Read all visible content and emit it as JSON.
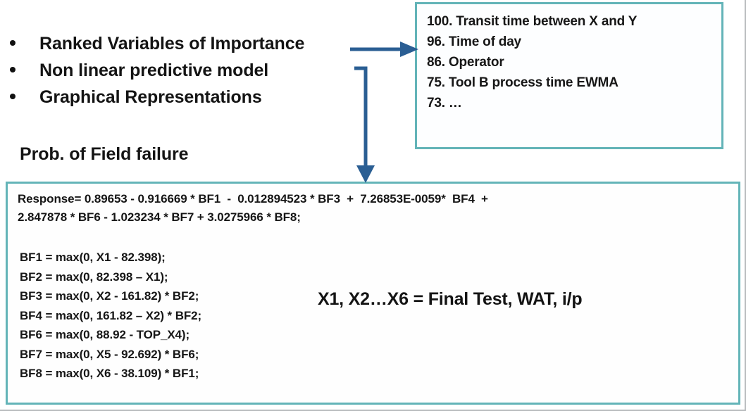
{
  "colors": {
    "box_border_teal": "#63b4b8",
    "arrow_blue": "#2a5e93",
    "text_black": "#141414",
    "background": "#ffffff",
    "frame_grey": "#b9bcbe"
  },
  "bullets": {
    "items": [
      {
        "label": "Ranked Variables of Importance"
      },
      {
        "label": "Non linear predictive model"
      },
      {
        "label": "Graphical Representations"
      }
    ]
  },
  "prob_label": "Prob. of Field failure",
  "ranked_box": {
    "items": [
      {
        "rank": "100.",
        "label": "Transit time between X and Y",
        "text": "100. Transit time between X and Y"
      },
      {
        "rank": "96.",
        "label": "Time of day",
        "text": "96. Time of day"
      },
      {
        "rank": "86.",
        "label": "Operator",
        "text": "86. Operator"
      },
      {
        "rank": "75.",
        "label": "Tool B process time EWMA",
        "text": "75.  Tool B process time EWMA"
      },
      {
        "rank": "73.",
        "label": "…",
        "text": "73. …"
      }
    ]
  },
  "equation_box": {
    "response_lines": [
      "Response= 0.89653 - 0.916669 * BF1  -  0.012894523 * BF3  +  7.26853E-0059*  BF4  +",
      "2.847878 * BF6 - 1.023234 * BF7 + 3.0275966 * BF8;"
    ],
    "basis_functions": [
      "BF1 = max(0, X1 - 82.398);",
      "BF2 = max(0, 82.398 – X1);",
      "BF3 = max(0, X2 - 161.82) * BF2;",
      "BF4 = max(0, 161.82 – X2) * BF2;",
      "BF6 = max(0, 88.92 - TOP_X4);",
      "BF7 = max(0, X5 - 92.692) * BF6;",
      "BF8 = max(0, X6 - 38.109) * BF1;"
    ],
    "variable_note": "X1, X2…X6 = Final Test, WAT, i/p"
  },
  "arrows": [
    {
      "name": "arrow-to-ranked-box",
      "direction": "right"
    },
    {
      "name": "arrow-to-equation-box",
      "direction": "down-elbow"
    }
  ]
}
